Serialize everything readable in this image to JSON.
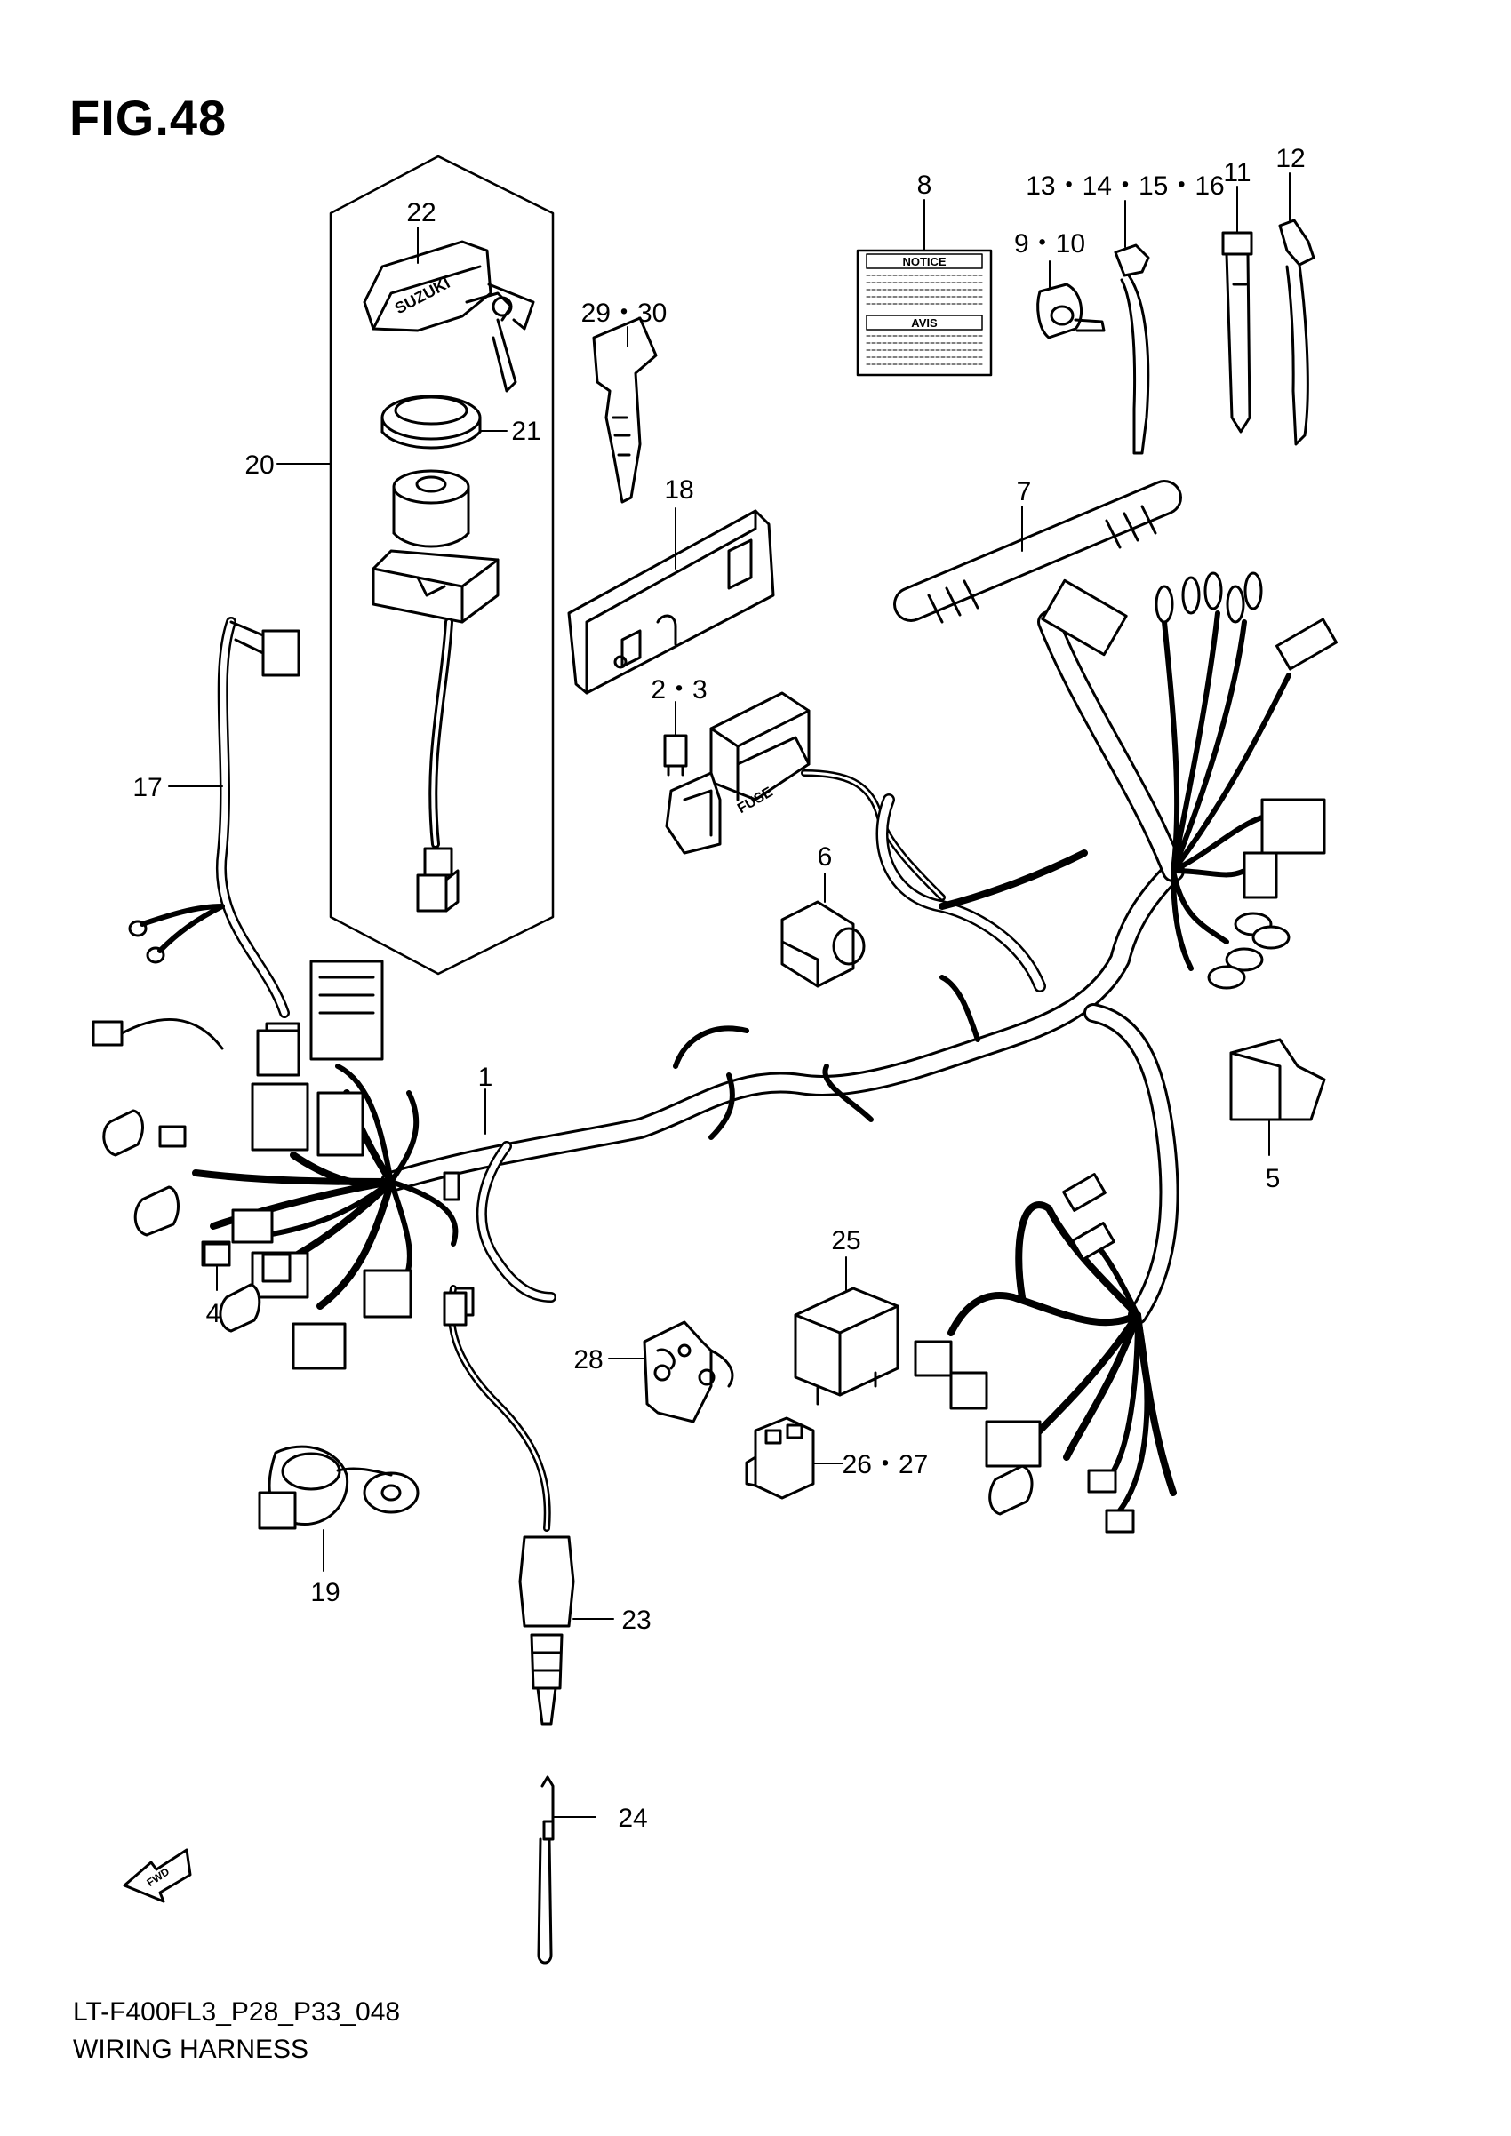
{
  "figure": {
    "title": "FIG.48",
    "code": "LT-F400FL3_P28_P33_048",
    "name": "WIRING HARNESS"
  },
  "sticker": {
    "notice": "NOTICE",
    "avis": "AVIS"
  },
  "printed": {
    "brand": "SUZUKI",
    "fuse": "FUSE",
    "fwd": "FWD"
  },
  "callouts": [
    {
      "id": "c1",
      "label": "1"
    },
    {
      "id": "c2_3",
      "label": "2・3"
    },
    {
      "id": "c4",
      "label": "4"
    },
    {
      "id": "c5",
      "label": "5"
    },
    {
      "id": "c6",
      "label": "6"
    },
    {
      "id": "c7",
      "label": "7"
    },
    {
      "id": "c8",
      "label": "8"
    },
    {
      "id": "c9_10",
      "label": "9・10"
    },
    {
      "id": "c11",
      "label": "11"
    },
    {
      "id": "c12",
      "label": "12"
    },
    {
      "id": "c13_16",
      "label": "13・14・15・16"
    },
    {
      "id": "c17",
      "label": "17"
    },
    {
      "id": "c18",
      "label": "18"
    },
    {
      "id": "c19",
      "label": "19"
    },
    {
      "id": "c20",
      "label": "20"
    },
    {
      "id": "c21",
      "label": "21"
    },
    {
      "id": "c22",
      "label": "22"
    },
    {
      "id": "c23",
      "label": "23"
    },
    {
      "id": "c24",
      "label": "24"
    },
    {
      "id": "c25",
      "label": "25"
    },
    {
      "id": "c26_27",
      "label": "26・27"
    },
    {
      "id": "c28",
      "label": "28"
    },
    {
      "id": "c29_30",
      "label": "29・30"
    }
  ]
}
